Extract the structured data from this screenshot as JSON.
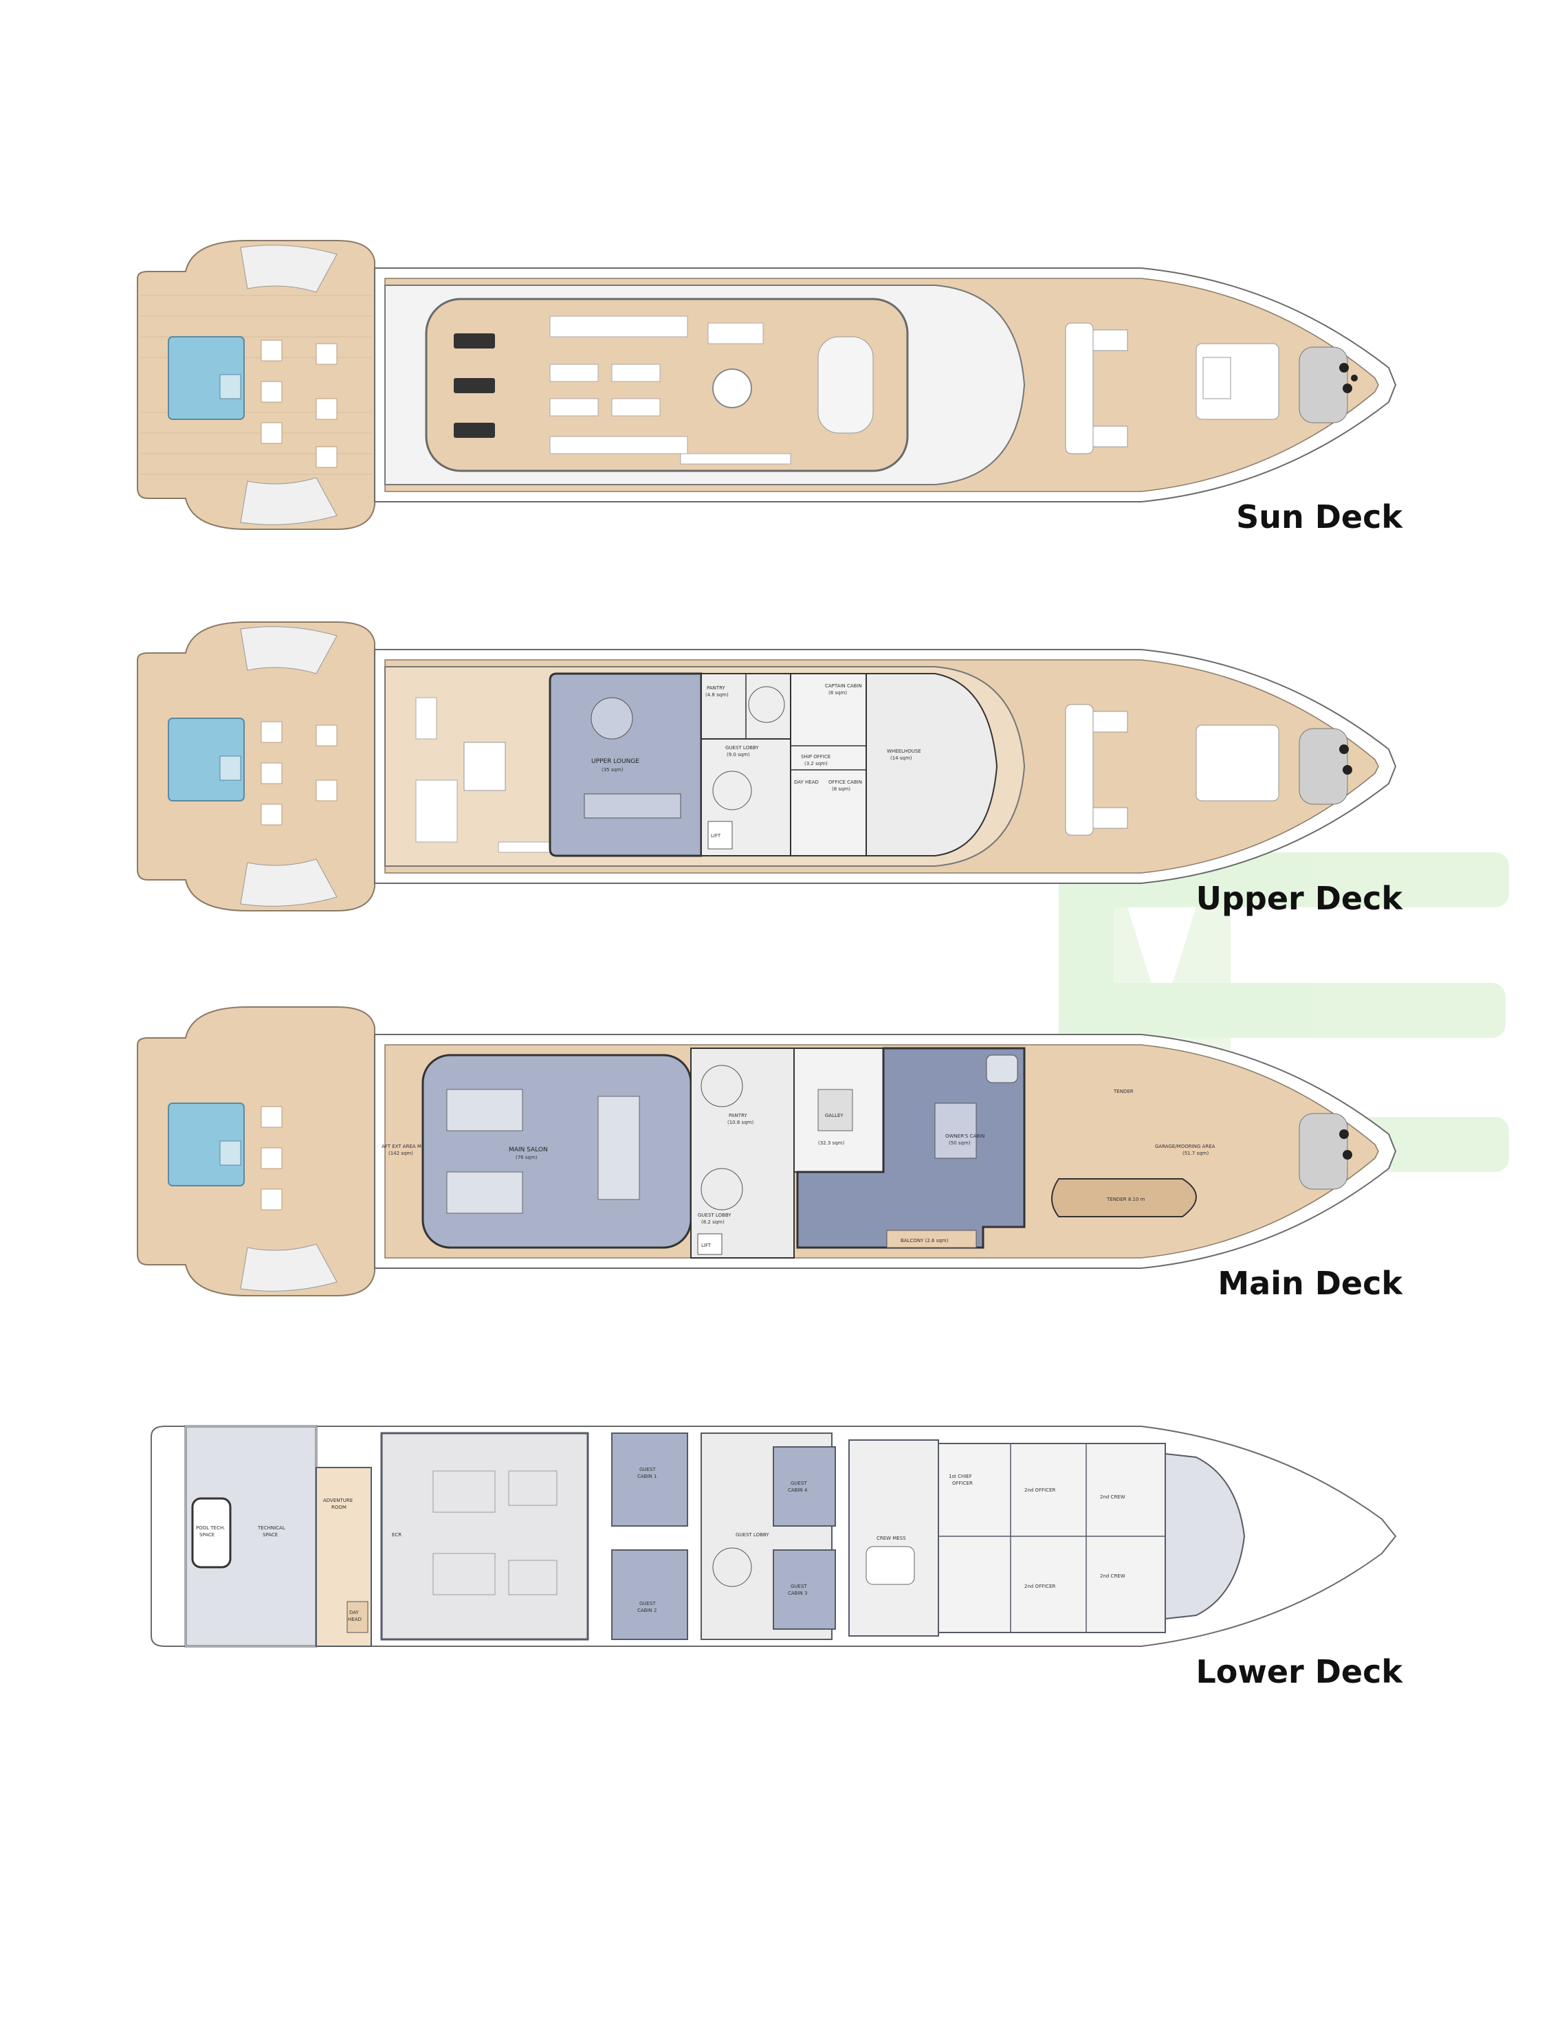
{
  "decks": [
    {
      "id": "sun",
      "label": "Sun Deck"
    },
    {
      "id": "upper",
      "label": "Upper Deck",
      "rooms": {
        "upper_lounge": "UPPER LOUNGE",
        "upper_lounge_area": "(35 sqm)",
        "pantry": "PANTRY",
        "pantry_area": "(4.8 sqm)",
        "captain_cabin": "CAPTAIN CABIN",
        "captain_area": "(8 sqm)",
        "guest_lobby": "GUEST LOBBY",
        "guest_lobby_area": "(9.0 sqm)",
        "ship_office": "SHIP OFFICE",
        "ship_office_area": "(3.2 sqm)",
        "wheelhouse": "WHEELHOUSE",
        "wheelhouse_area": "(14 sqm)",
        "office_cabin": "OFFICE CABIN",
        "office_cabin_area": "(8 sqm)",
        "day_head": "DAY HEAD",
        "lift": "LIFT"
      }
    },
    {
      "id": "main",
      "label": "Main Deck",
      "rooms": {
        "aft_ext_area": "AFT EXT AREA MD",
        "aft_ext_area_size": "(142 sqm)",
        "main_salon": "MAIN SALON",
        "main_salon_area": "(76 sqm)",
        "pantry": "PANTRY",
        "pantry_area": "(10.8 sqm)",
        "galley": "GALLEY",
        "galley_area": "(32.3 sqm)",
        "owners_cabin": "OWNER'S CABIN",
        "owners_cabin_area": "(50 sqm)",
        "tender": "TENDER",
        "garage": "GARAGE/MOORING AREA",
        "garage_area": "(51.7 sqm)",
        "tender_size": "TENDER 8.10 m",
        "guest_lobby": "GUEST LOBBY",
        "guest_lobby_area": "(8.2 sqm)",
        "balcony": "BALCONY (2.6 sqm)",
        "lift": "LIFT"
      }
    },
    {
      "id": "lower",
      "label": "Lower Deck",
      "rooms": {
        "pool_tech": "POOL TECH.",
        "pool_tech2": "SPACE",
        "technical_space": "TECHNICAL",
        "technical_space2": "SPACE",
        "adventure_room": "ADVENTURE",
        "adventure_room2": "ROOM",
        "day_head": "DAY",
        "day_head2": "HEAD",
        "ecr": "ECR",
        "guest_cabin_1": "GUEST",
        "guest_cabin_1b": "CABIN 1",
        "guest_cabin_2": "GUEST",
        "guest_cabin_2b": "CABIN 2",
        "guest_lobby": "GUEST LOBBY",
        "guest_cabin_3": "GUEST",
        "guest_cabin_3b": "CABIN 3",
        "guest_cabin_4": "GUEST",
        "guest_cabin_4b": "CABIN 4",
        "crew_mess": "CREW MESS",
        "cabin_officer": "1st CHIEF",
        "cabin_officer2": "OFFICER",
        "officer_a": "2nd OFFICER",
        "officer_b": "2nd OFFICER",
        "crew_a": "2nd CREW",
        "crew_b": "2nd CREW"
      }
    }
  ],
  "colors": {
    "teak": "#e8cfb0",
    "teak_dark": "#d9b994",
    "interior": "#a9b2c9",
    "interior_dark": "#8a95b4",
    "pool": "#8fc7de",
    "hull_line": "#6a6a6a",
    "lower_fill": "#dfe1e8",
    "lower_wall": "#555a66",
    "watermark": "#dff3d9"
  }
}
